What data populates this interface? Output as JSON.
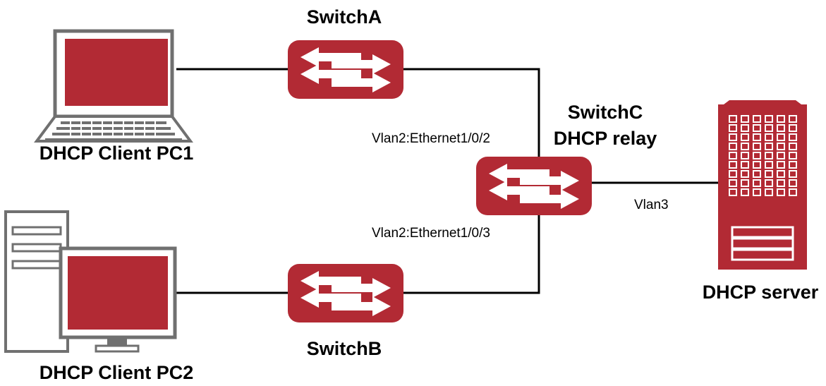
{
  "nodes": {
    "switch_a": {
      "label": "SwitchA"
    },
    "switch_b": {
      "label": "SwitchB"
    },
    "switch_c": {
      "label_line1": "SwitchC",
      "label_line2": "DHCP relay"
    },
    "pc1": {
      "label": "DHCP Client PC1"
    },
    "pc2": {
      "label": "DHCP Client PC2"
    },
    "server": {
      "label": "DHCP server"
    }
  },
  "links": {
    "switch_a_to_c": {
      "port": "Vlan2:Ethernet1/0/2"
    },
    "switch_b_to_c": {
      "port": "Vlan2:Ethernet1/0/3"
    },
    "switch_c_to_server": {
      "port": "Vlan3"
    }
  },
  "colors": {
    "device_red": "#b22a34",
    "device_gray": "#707070",
    "line": "#000000",
    "arrow_white": "#ffffff"
  }
}
